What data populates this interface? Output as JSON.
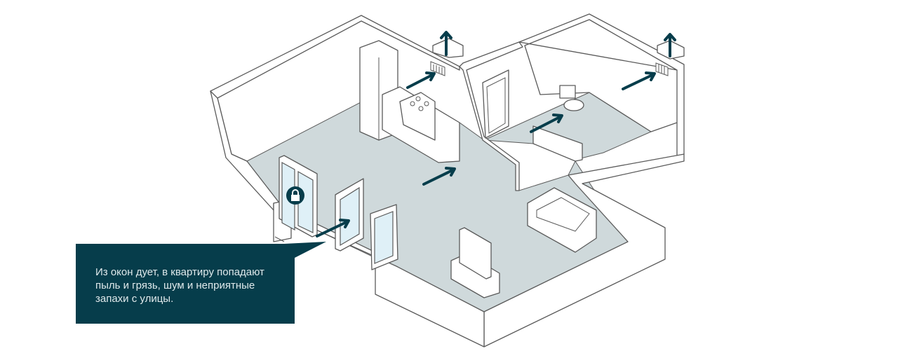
{
  "callout": {
    "lines": [
      "Из окон дует, в квартиру попадают",
      "пыль и грязь, шум и неприятные",
      "запахи с улицы."
    ]
  },
  "colors": {
    "accent": "#063d4b",
    "floor": "#cfd9db",
    "glass": "#dff0f7"
  },
  "icons": [
    "lock-icon",
    "airflow-arrow-icon",
    "vent-icon"
  ]
}
